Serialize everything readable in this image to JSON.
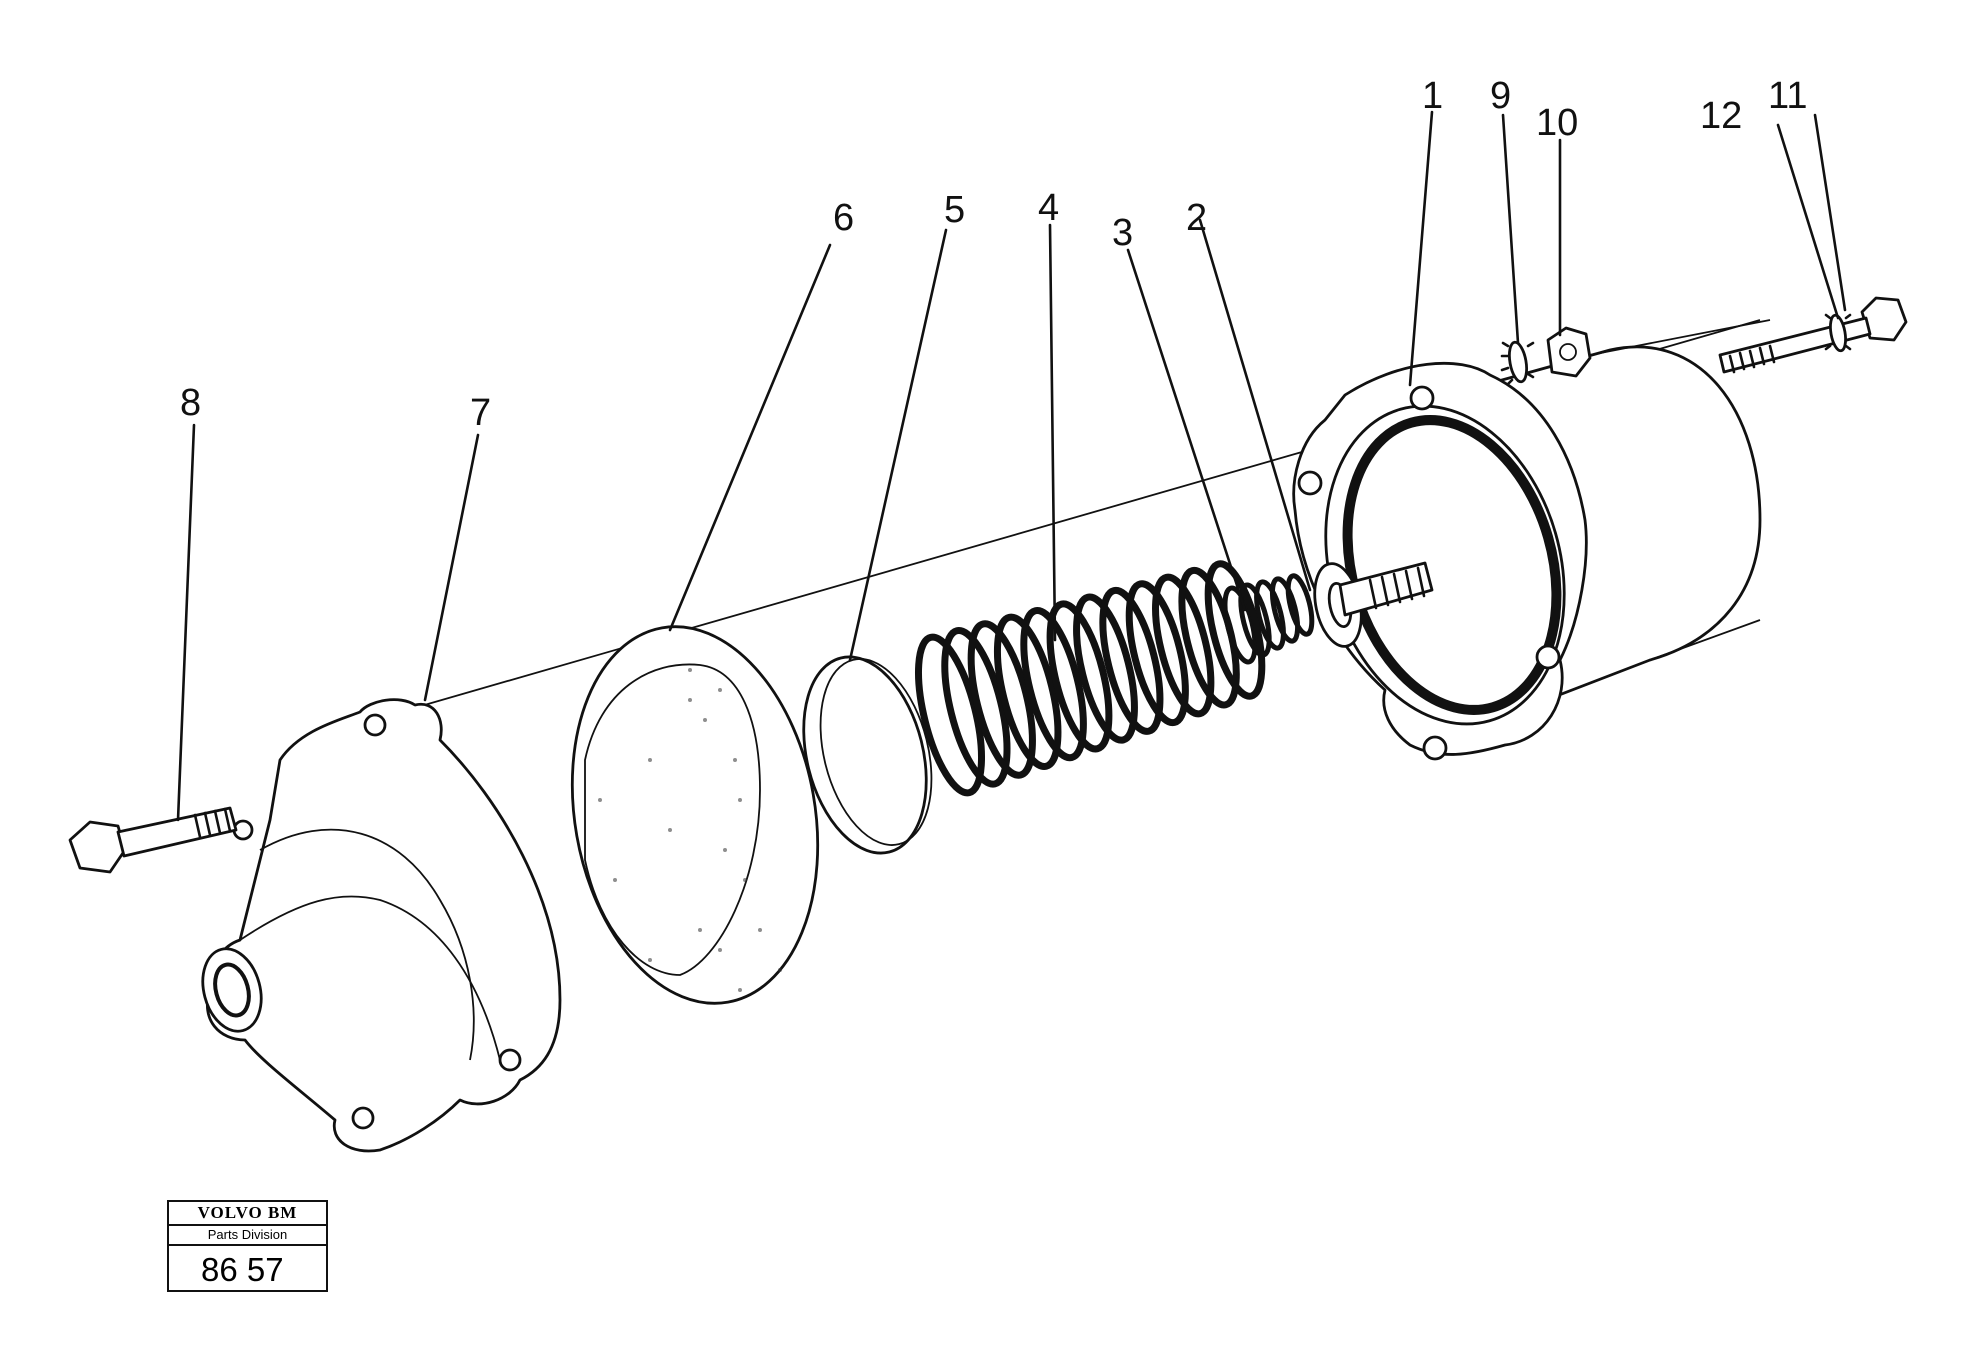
{
  "figure": {
    "callouts": [
      {
        "id": "1",
        "label": "1"
      },
      {
        "id": "2",
        "label": "2"
      },
      {
        "id": "3",
        "label": "3"
      },
      {
        "id": "4",
        "label": "4"
      },
      {
        "id": "5",
        "label": "5"
      },
      {
        "id": "6",
        "label": "6"
      },
      {
        "id": "7",
        "label": "7"
      },
      {
        "id": "8",
        "label": "8"
      },
      {
        "id": "9",
        "label": "9"
      },
      {
        "id": "10",
        "label": "10"
      },
      {
        "id": "11",
        "label": "11"
      },
      {
        "id": "12",
        "label": "12"
      }
    ]
  },
  "stamp": {
    "brand": "VOLVO BM",
    "division": "Parts Division",
    "number": "86 57"
  }
}
